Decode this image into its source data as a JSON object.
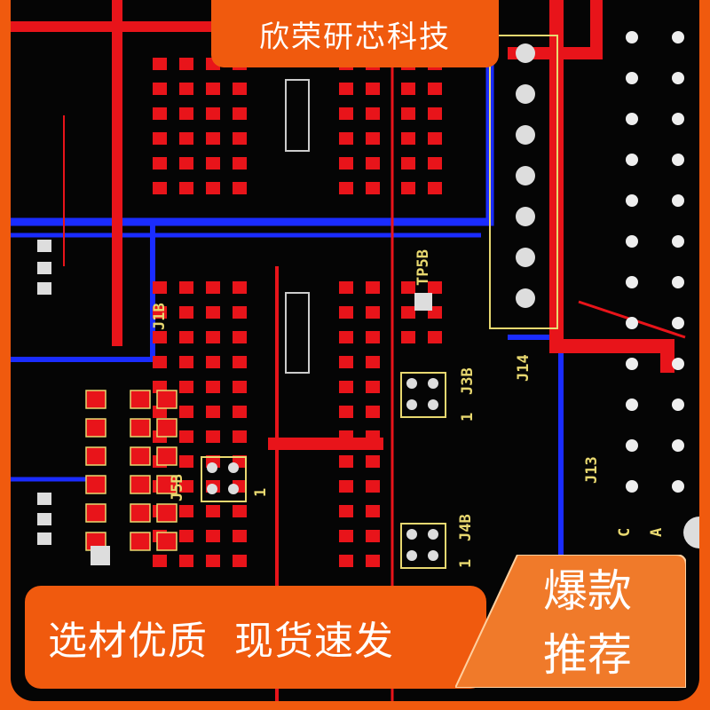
{
  "brand": "欣荣研芯科技",
  "slogan": "选材优质  现货速发",
  "badge": {
    "line1": "爆款",
    "line2": "推荐"
  },
  "pcb_labels": {
    "j1b": "J1B",
    "tp5b": "TP5B",
    "j3b": "J3B",
    "j14": "J14",
    "j13": "J13",
    "j5b": "J5B",
    "j4b": "J4B",
    "one_a": "1",
    "one_b": "1",
    "one_c": "1",
    "c": "C",
    "a": "A"
  },
  "colors": {
    "accent": "#f05a0e",
    "trace_red": "#e8141a",
    "trace_blue": "#1a2cff",
    "silk": "#e8d870"
  }
}
